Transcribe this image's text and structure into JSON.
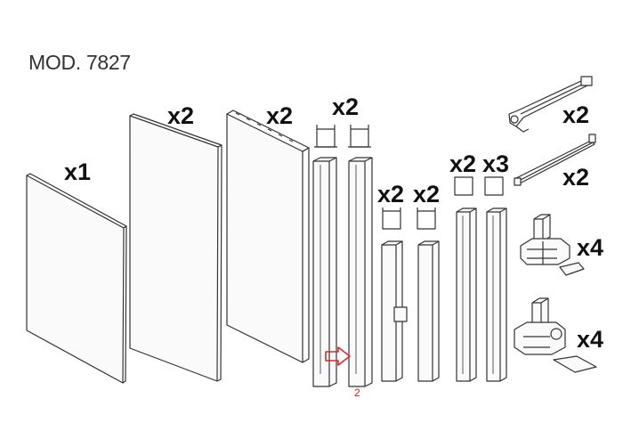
{
  "title": "MOD. 7827",
  "parts": [
    {
      "id": "panel-a",
      "quantity": "x1"
    },
    {
      "id": "panel-b",
      "quantity": "x2"
    },
    {
      "id": "panel-c",
      "quantity": "x2"
    },
    {
      "id": "post-pair",
      "quantity": "x2"
    },
    {
      "id": "short-post-1",
      "quantity": "x2"
    },
    {
      "id": "short-post-2",
      "quantity": "x2"
    },
    {
      "id": "square-post-1",
      "quantity": "x2"
    },
    {
      "id": "square-post-2",
      "quantity": "x3"
    },
    {
      "id": "hinged-bracket",
      "quantity": "x2"
    },
    {
      "id": "straight-bracket",
      "quantity": "x2"
    },
    {
      "id": "connector-a",
      "quantity": "x4"
    },
    {
      "id": "connector-b",
      "quantity": "x4"
    }
  ],
  "callout": {
    "number": "2",
    "arrow_color": "#d42a2a"
  },
  "colors": {
    "line": "#333333",
    "panel_fill": "#fafafa",
    "accent": "#d42a2a"
  }
}
